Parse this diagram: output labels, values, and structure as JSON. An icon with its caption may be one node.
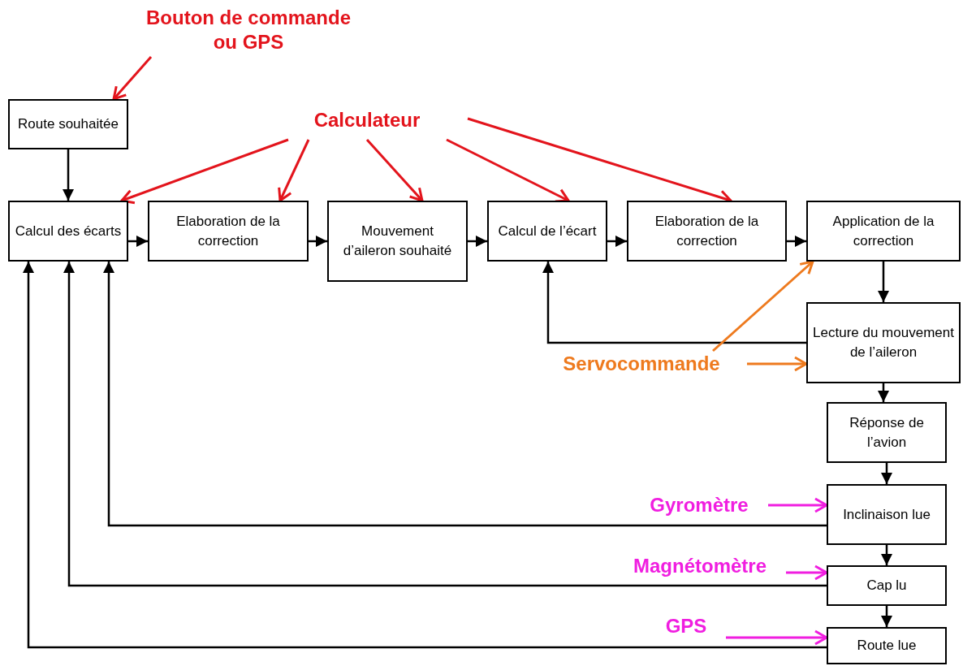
{
  "diagram": {
    "nodes": [
      {
        "text": [
          "Route souhaitée"
        ]
      },
      {
        "text": [
          "Calcul des écarts"
        ]
      },
      {
        "text": [
          "Elaboration de la correction"
        ]
      },
      {
        "text": [
          "Mouvement d’aileron souhaité"
        ]
      },
      {
        "text": [
          "Calcul de l’écart"
        ]
      },
      {
        "text": [
          "Elaboration de la correction"
        ]
      },
      {
        "text": [
          "Application de la correction"
        ]
      },
      {
        "text": [
          "Lecture du mouvement de l’aileron"
        ]
      },
      {
        "text": [
          "Réponse de l’avion"
        ]
      },
      {
        "text": [
          "Inclinaison lue"
        ]
      },
      {
        "text": [
          "Cap lu"
        ]
      },
      {
        "text": [
          "Route lue"
        ]
      },
      {
        "text": [
          "Bouton de commande ou GPS"
        ]
      },
      {
        "text": [
          "Calculateur"
        ]
      },
      {
        "text": [
          "Servocommande"
        ]
      },
      {
        "text": [
          "Gyromètre"
        ]
      },
      {
        "text": [
          "Magnétomètre"
        ]
      },
      {
        "text": [
          "GPS"
        ]
      }
    ],
    "edges": [
      {
        "from": 0,
        "to": 1,
        "arrow": "to"
      },
      {
        "from": 1,
        "to": 2,
        "arrow": "to"
      },
      {
        "from": 2,
        "to": 3,
        "arrow": "to"
      },
      {
        "from": 3,
        "to": 4,
        "arrow": "to"
      },
      {
        "from": 4,
        "to": 5,
        "arrow": "to"
      },
      {
        "from": 5,
        "to": 6,
        "arrow": "to"
      },
      {
        "from": 6,
        "to": 7,
        "arrow": "to"
      },
      {
        "from": 7,
        "to": 8,
        "arrow": "to"
      },
      {
        "from": 8,
        "to": 9,
        "arrow": "to"
      },
      {
        "from": 9,
        "to": 10,
        "arrow": "to"
      },
      {
        "from": 10,
        "to": 11,
        "arrow": "to"
      },
      {
        "from": 7,
        "to": 4,
        "arrow": "to"
      },
      {
        "from": 9,
        "to": 1,
        "arrow": "to"
      },
      {
        "from": 10,
        "to": 1,
        "arrow": "to"
      },
      {
        "from": 11,
        "to": 1,
        "arrow": "to"
      },
      {
        "from": 12,
        "to": 0,
        "arrow": "to",
        "color": "#e3141c"
      },
      {
        "from": 13,
        "to": 1,
        "arrow": "to",
        "color": "#e3141c"
      },
      {
        "from": 13,
        "to": 2,
        "arrow": "to",
        "color": "#e3141c"
      },
      {
        "from": 13,
        "to": 3,
        "arrow": "to",
        "color": "#e3141c"
      },
      {
        "from": 13,
        "to": 4,
        "arrow": "to",
        "color": "#e3141c"
      },
      {
        "from": 13,
        "to": 5,
        "arrow": "to",
        "color": "#e3141c"
      },
      {
        "from": 14,
        "to": 7,
        "arrow": "to",
        "color": "#ee7a1e"
      },
      {
        "from": 14,
        "to": 6,
        "arrow": "to",
        "color": "#ee7a1e"
      },
      {
        "from": 15,
        "to": 9,
        "arrow": "to",
        "color": "#f01ee0"
      },
      {
        "from": 16,
        "to": 10,
        "arrow": "to",
        "color": "#f01ee0"
      },
      {
        "from": 17,
        "to": 11,
        "arrow": "to",
        "color": "#f01ee0"
      }
    ]
  }
}
